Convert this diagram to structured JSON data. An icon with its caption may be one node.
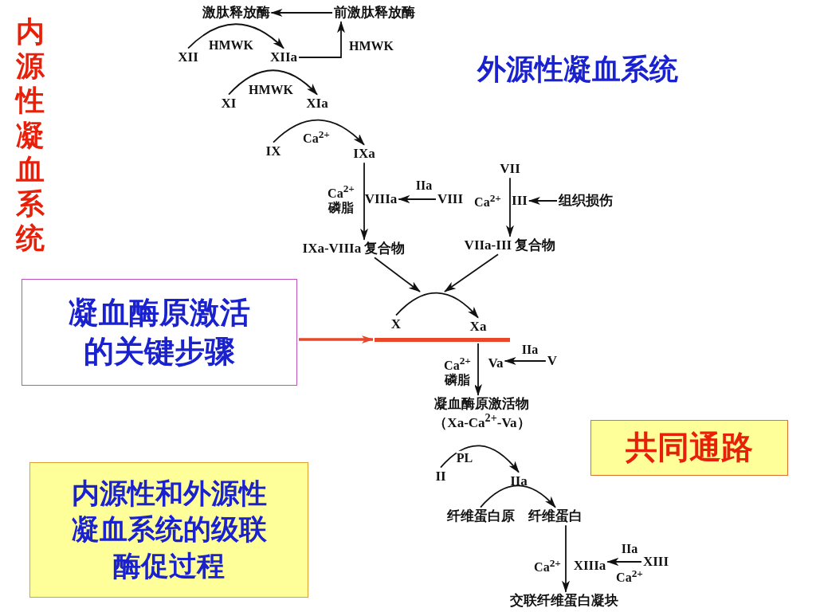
{
  "diagram": {
    "nodes": [
      {
        "text": [
          "激肽释放酶"
        ]
      },
      {
        "text": [
          "前激肽释放酶"
        ]
      },
      {
        "text": [
          "XII"
        ]
      },
      {
        "text": [
          "XIIa"
        ]
      },
      {
        "text": [
          "XI"
        ]
      },
      {
        "text": [
          "XIa"
        ]
      },
      {
        "text": [
          "IX"
        ]
      },
      {
        "text": [
          "IXa"
        ]
      },
      {
        "text": [
          "VIIIa"
        ]
      },
      {
        "text": [
          "VIII"
        ]
      },
      {
        "text": [
          "VII"
        ]
      },
      {
        "text": [
          "III"
        ]
      },
      {
        "text": [
          "组织损伤"
        ]
      },
      {
        "text": [
          "IXa-VIIIa 复合物"
        ]
      },
      {
        "text": [
          "VIIa-III 复合物"
        ]
      },
      {
        "text": [
          "凝血酶原激活的关键步骤"
        ]
      },
      {
        "text": [
          "X"
        ]
      },
      {
        "text": [
          "Xa"
        ]
      },
      {
        "text": [],
        "shape": "bar"
      },
      {
        "text": [
          "Va"
        ]
      },
      {
        "text": [
          "V"
        ]
      },
      {
        "text": [
          "凝血酶原激活物",
          "（Xa-Ca$^{2+}$-Va）"
        ]
      },
      {
        "text": [
          "共同通路"
        ]
      },
      {
        "text": [
          "II"
        ]
      },
      {
        "text": [
          "IIa"
        ]
      },
      {
        "text": [
          "内源性和外源性凝血系统的级联酶促过程"
        ]
      },
      {
        "text": [
          "纤维蛋白原"
        ]
      },
      {
        "text": [
          "纤维蛋白"
        ]
      },
      {
        "text": [
          "XIIIa"
        ]
      },
      {
        "text": [
          "XIII"
        ]
      },
      {
        "text": [
          "交联纤维蛋白凝块"
        ]
      }
    ],
    "edges": [
      {
        "from": 1,
        "to": 0,
        "arrow": "to"
      },
      {
        "from": 3,
        "to": 1,
        "arrow": "to",
        "label": "HMWK"
      },
      {
        "from": 2,
        "to": 3,
        "arrow": "to",
        "label": "HMWK"
      },
      {
        "from": 4,
        "to": 5,
        "arrow": "to",
        "label": "HMWK"
      },
      {
        "from": 6,
        "to": 7,
        "arrow": "to",
        "label": "Ca$^{2+}$"
      },
      {
        "from": 7,
        "to": 13,
        "arrow": "to",
        "label": "Ca$^{2+}$ 磷脂"
      },
      {
        "from": 9,
        "to": 8,
        "arrow": "to",
        "label": "IIa"
      },
      {
        "from": 10,
        "to": 14,
        "arrow": "to",
        "label": "Ca$^{2+}$"
      },
      {
        "from": 12,
        "to": 11,
        "arrow": "to"
      },
      {
        "from": 13,
        "to": null,
        "arrow": "to"
      },
      {
        "from": 14,
        "to": null,
        "arrow": "to"
      },
      {
        "from": 16,
        "to": 17,
        "arrow": "to"
      },
      {
        "from": 15,
        "to": 18,
        "arrow": "to",
        "style": "thick",
        "color": "#e8472a"
      },
      {
        "from": 18,
        "to": 21,
        "arrow": "to",
        "label": "Ca$^{2+}$ 磷脂"
      },
      {
        "from": 20,
        "to": 19,
        "arrow": "to",
        "label": "IIa"
      },
      {
        "from": 23,
        "to": 24,
        "arrow": "to",
        "label": "PL"
      },
      {
        "from": 26,
        "to": 27,
        "arrow": "to"
      },
      {
        "from": 27,
        "to": 30,
        "arrow": "to",
        "label": "Ca$^{2+}$"
      },
      {
        "from": 29,
        "to": 28,
        "arrow": "to",
        "label": "IIa"
      }
    ],
    "labels": [
      "内源性凝血系统",
      "外源性凝血系统",
      "Ca$^{2+}$"
    ]
  }
}
